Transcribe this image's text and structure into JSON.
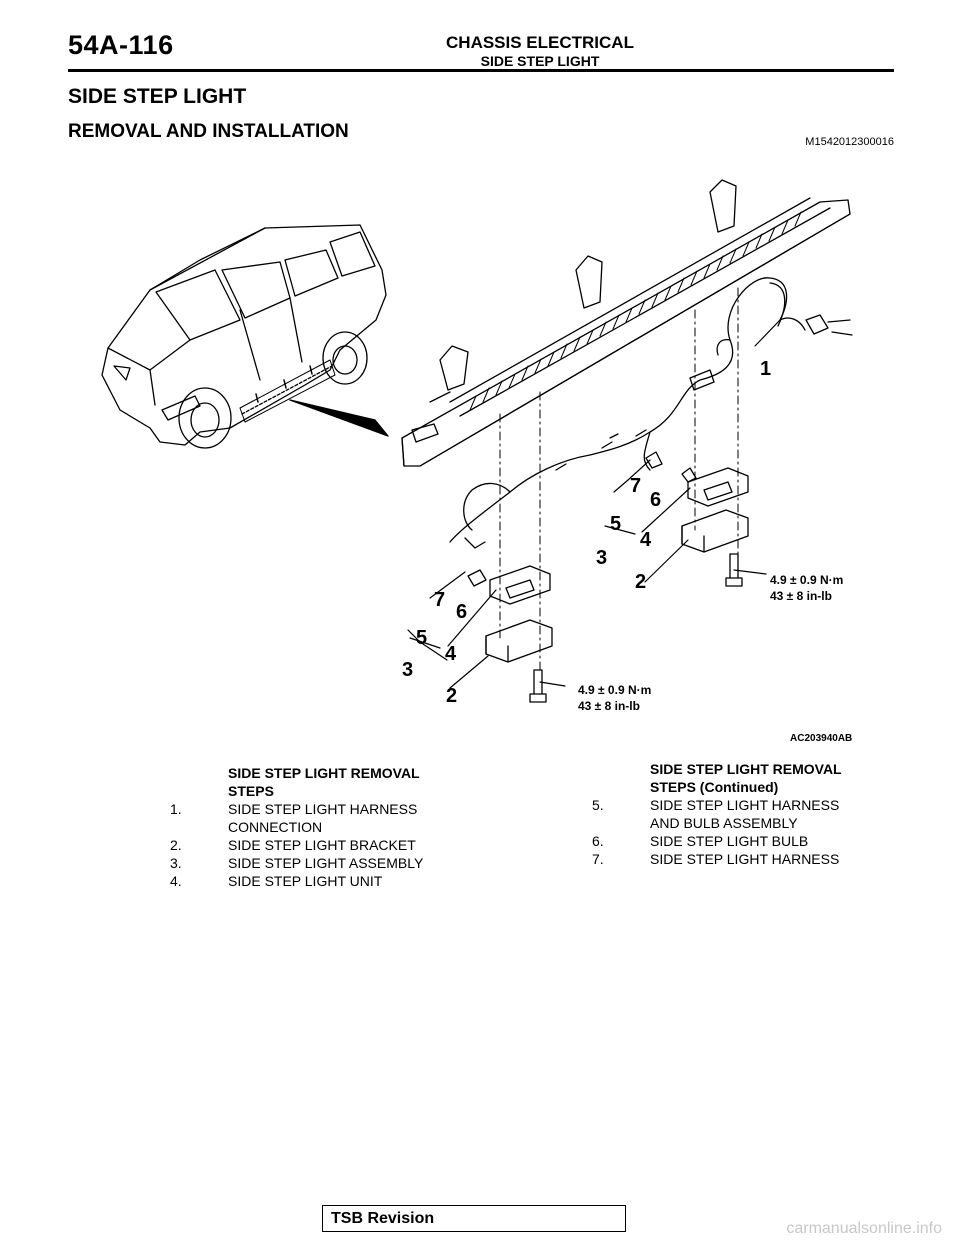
{
  "header": {
    "page_number": "54A-116",
    "chapter": "CHASSIS ELECTRICAL",
    "section": "SIDE STEP LIGHT"
  },
  "title": "SIDE STEP LIGHT",
  "subtitle": "REMOVAL AND INSTALLATION",
  "doc_code": "M1542012300016",
  "figure": {
    "code": "AC203940AB",
    "torque_1_nm": "4.9 ± 0.9 N·m",
    "torque_1_inlb": "43 ± 8 in-lb",
    "torque_2_nm": "4.9 ± 0.9 N·m",
    "torque_2_inlb": "43 ± 8 in-lb",
    "callouts": {
      "n1": "1",
      "n2a": "2",
      "n2b": "2",
      "n3a": "3",
      "n3b": "3",
      "n4a": "4",
      "n4b": "4",
      "n5a": "5",
      "n5b": "5",
      "n6a": "6",
      "n6b": "6",
      "n7a": "7",
      "n7b": "7"
    }
  },
  "steps_left": {
    "heading_1": "SIDE STEP LIGHT REMOVAL",
    "heading_2": "STEPS",
    "items": [
      {
        "num": "1.",
        "line1": "SIDE STEP LIGHT HARNESS",
        "line2": "CONNECTION"
      },
      {
        "num": "2.",
        "line1": "SIDE STEP LIGHT BRACKET"
      },
      {
        "num": "3.",
        "line1": "SIDE STEP LIGHT ASSEMBLY"
      },
      {
        "num": "4.",
        "line1": "SIDE STEP LIGHT UNIT"
      }
    ]
  },
  "steps_right": {
    "heading_1": "SIDE STEP LIGHT REMOVAL",
    "heading_2": "STEPS (Continued)",
    "items": [
      {
        "num": "5.",
        "line1": "SIDE STEP LIGHT HARNESS",
        "line2": "AND BULB ASSEMBLY"
      },
      {
        "num": "6.",
        "line1": "SIDE STEP LIGHT BULB"
      },
      {
        "num": "7.",
        "line1": "SIDE STEP LIGHT HARNESS"
      }
    ]
  },
  "footer": {
    "label": "TSB Revision"
  },
  "watermark": "carmanualsonline.info"
}
